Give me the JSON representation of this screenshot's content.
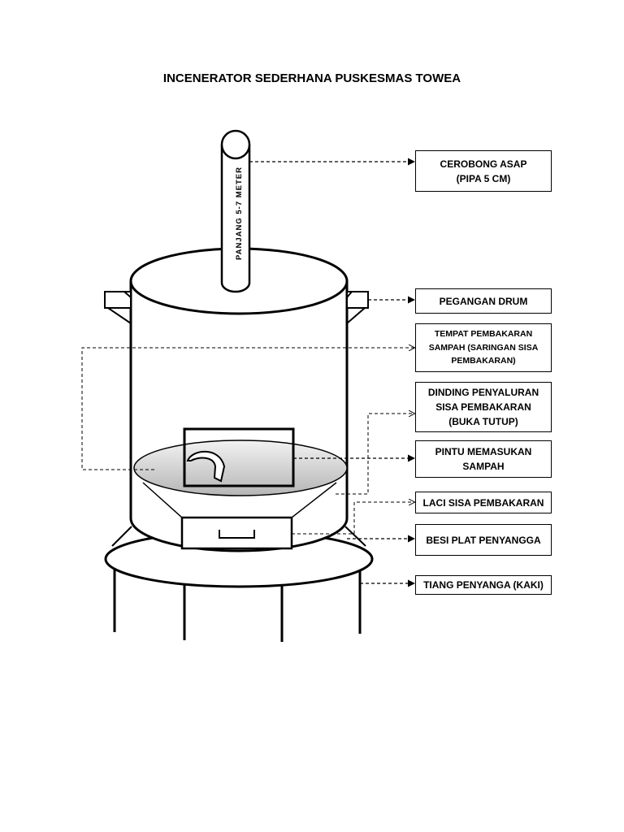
{
  "title": "INCENERATOR SEDERHANA PUSKESMAS TOWEA",
  "pipe_text": "PANJANG 5-7 METER",
  "labels": {
    "cerobong": "CEROBONG ASAP\n(PIPA 5 CM)",
    "pegangan": "PEGANGAN DRUM",
    "tempat": "TEMPAT PEMBAKARAN\nSAMPAH (SARINGAN SISA\nPEMBAKARAN)",
    "dinding": "DINDING PENYALURAN\nSISA PEMBAKARAN\n(BUKA TUTUP)",
    "pintu": "PINTU MEMASUKAN\nSAMPAH",
    "laci": "LACI SISA PEMBAKARAN",
    "besi": "BESI PLAT PENYANGGA",
    "tiang": "TIANG PENYANGA (KAKI)"
  }
}
